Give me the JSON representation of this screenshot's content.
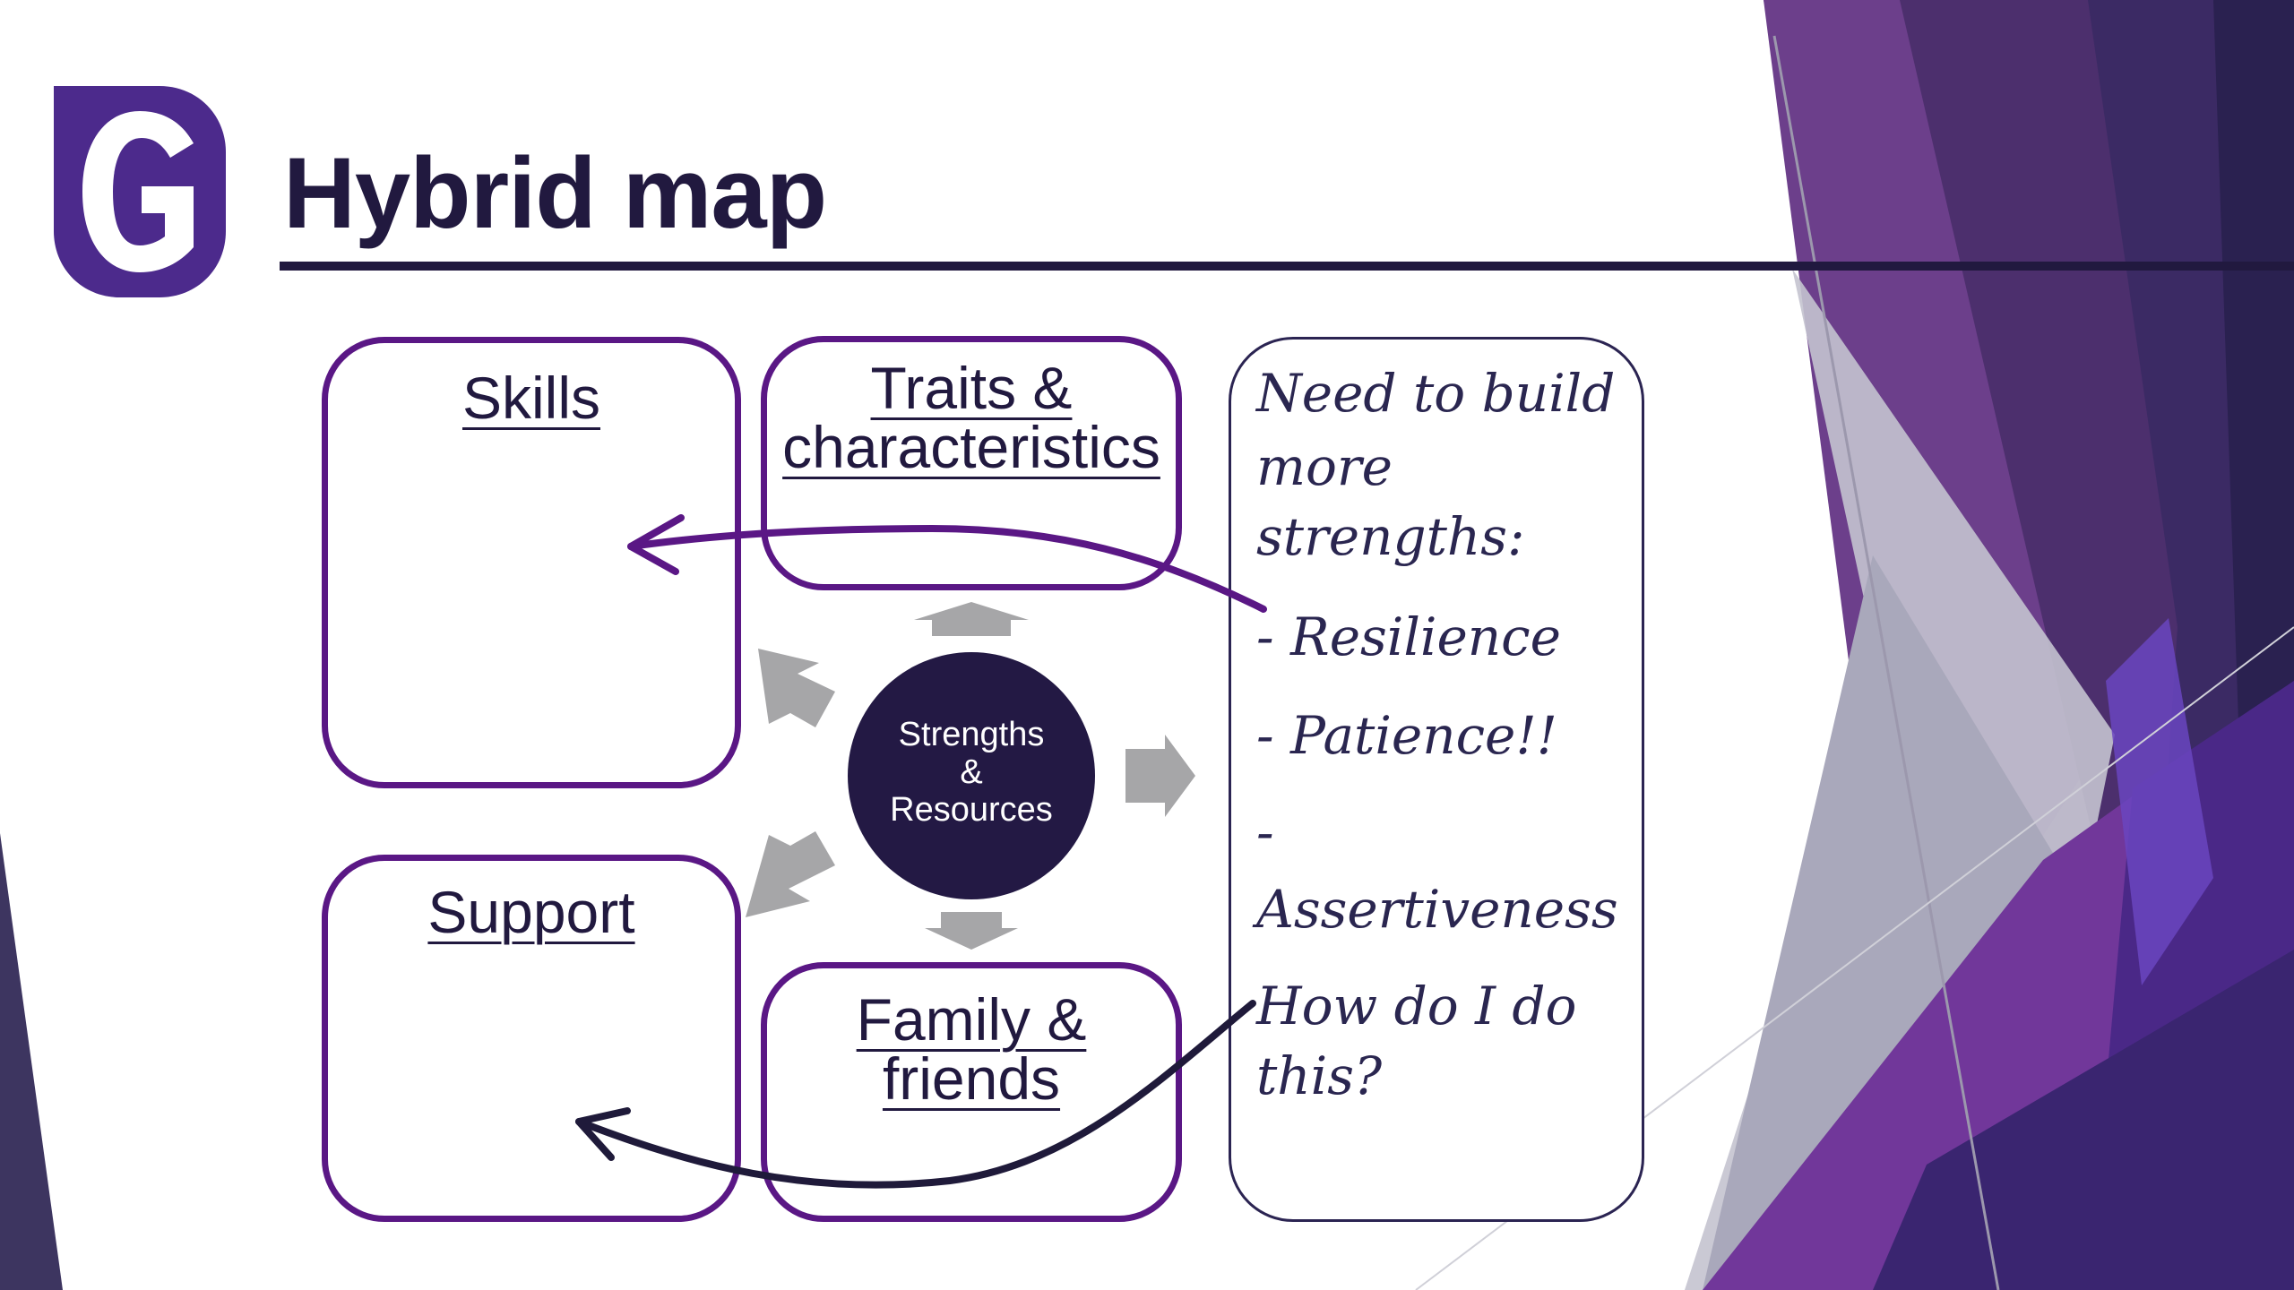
{
  "slide": {
    "title": "Hybrid map",
    "logo_letter": "G"
  },
  "diagram": {
    "center": {
      "line1": "Strengths",
      "line2": "&",
      "line3": "Resources"
    },
    "boxes": {
      "skills": "Skills",
      "traits_line1": "Traits &",
      "traits_line2": "characteristics",
      "support": "Support",
      "family_line1": "Family &",
      "family_line2": "friends"
    },
    "notes": {
      "line1": "Need to build",
      "line2": "more",
      "line3": "strengths:",
      "line4": "- Resilience",
      "line5": "- Patience!!",
      "line6": "-",
      "line7": "Assertiveness",
      "line8": "How do I do",
      "line9": "this?"
    }
  },
  "colors": {
    "navy": "#21193f",
    "purple": "#5a1785",
    "grey_arrow": "#a6a6a8",
    "bg_purple": "#6a3d87"
  }
}
